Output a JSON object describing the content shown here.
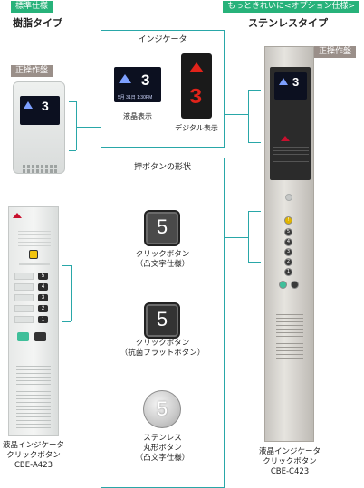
{
  "left_header": {
    "tag": "標準仕様",
    "title": "樹脂タイプ"
  },
  "right_header": {
    "tag": "もっときれいに<オプション仕様>",
    "title": "ステンレスタイプ"
  },
  "left_badge": "正操作盤",
  "right_badge": "正操作盤",
  "indicator_box": {
    "title": "インジケータ",
    "lcd_caption": "液晶表示",
    "digital_caption": "デジタル表示",
    "lcd_floor": "3",
    "lcd_datetime": "5月 31日 1:30PM",
    "digital_floor": "3"
  },
  "button_box": {
    "title": "押ボタンの形状",
    "button_digit": "5",
    "btn1_caption": [
      "クリックボタン",
      "（凸文字仕様）"
    ],
    "btn2_caption": [
      "クリックボタン",
      "（抗菌フラットボタン）"
    ],
    "btn3_caption": [
      "ステンレス",
      "丸形ボタン",
      "（凸文字仕様）"
    ]
  },
  "small_panel_display": {
    "floor": "3"
  },
  "left_panel_buttons": [
    "5",
    "4",
    "3",
    "2",
    "1"
  ],
  "right_panel_buttons": [
    "5",
    "4",
    "3",
    "2",
    "1"
  ],
  "left_caption": [
    "液晶インジケータ",
    "クリックボタン",
    "CBE-A423"
  ],
  "right_caption": [
    "液晶インジケータ",
    "クリックボタン",
    "CBE-C423"
  ],
  "colors": {
    "accent_green": "#27b27a",
    "teal_line": "#29a7a8",
    "badge_gray": "#9a8f89",
    "digital_red": "#e2231a"
  }
}
